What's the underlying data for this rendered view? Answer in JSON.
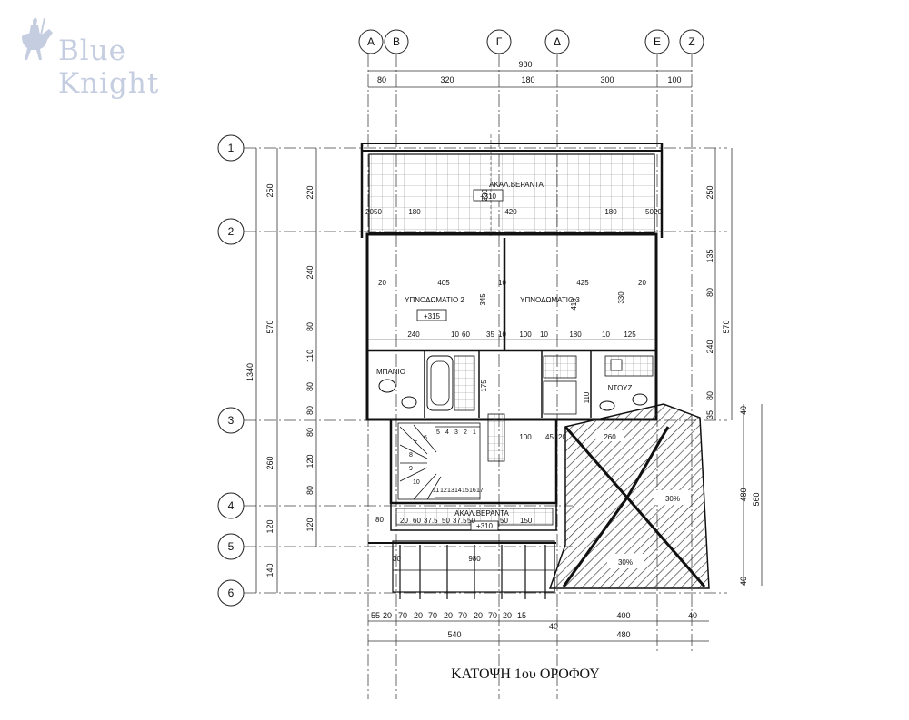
{
  "watermark": {
    "brand": "Blue Knight",
    "icon": "knight-on-horse-icon"
  },
  "title": "ΚΑΤΟΨΗ 1ου ΟΡΟΦΟΥ",
  "grid_cols": [
    "Α",
    "Β",
    "Γ",
    "Δ",
    "Ε",
    "Ζ"
  ],
  "grid_rows": [
    "1",
    "2",
    "3",
    "4",
    "5",
    "6"
  ],
  "dims": {
    "overall_top": "980",
    "top_segments": [
      "80",
      "320",
      "180",
      "300",
      "100"
    ],
    "left_outer": "1340",
    "left_mid": [
      "250",
      "570",
      "260",
      "120",
      "140"
    ],
    "left_inner": [
      "220",
      "240",
      "80",
      "110",
      "80",
      "80",
      "80",
      "120",
      "80",
      "120"
    ],
    "right_outer": [
      "250",
      "135",
      "80",
      "240",
      "80",
      "35"
    ],
    "right_570": "570",
    "right_small": [
      "40",
      "480",
      "40",
      "560"
    ],
    "bottom_segments": [
      "55",
      "20",
      "70",
      "20",
      "70",
      "20",
      "70",
      "20",
      "70",
      "20",
      "15",
      "400",
      "40"
    ],
    "bottom_totals": [
      "540",
      "480"
    ],
    "bottom_40": "40"
  },
  "rooms": {
    "veranda_top": {
      "label": "ΑΚΑΛ.ΒΕΡΑΝΤΑ",
      "level": "+310"
    },
    "bedroom2": {
      "label": "ΥΠΝΟΔΩΜΑΤΙΟ 2",
      "level": "+315"
    },
    "bedroom3": {
      "label": "ΥΠΝΟΔΩΜΑΤΙΟ 3"
    },
    "bathroom": {
      "label": "ΜΠΑΝΙΟ"
    },
    "shower": {
      "label": "ΝΤΟΥΖ"
    },
    "veranda_bottom": {
      "label": "ΑΚΑΛ.ΒΕΡΑΝΤΑ",
      "level": "+310"
    }
  },
  "roof": {
    "slope_a": "30%",
    "slope_b": "30%",
    "dim": "260"
  },
  "interior_dims": {
    "veranda": [
      "20",
      "50",
      "180",
      "420",
      "180",
      "50",
      "20",
      "230"
    ],
    "bedrooms": [
      "20",
      "405",
      "10",
      "425",
      "20",
      "345",
      "410",
      "330"
    ],
    "mid_row": [
      "240",
      "10",
      "60",
      "35",
      "10",
      "100",
      "10",
      "180",
      "10",
      "125"
    ],
    "misc": [
      "175",
      "110",
      "100",
      "45",
      "20",
      "20",
      "980",
      "30",
      "80",
      "60",
      "37.5",
      "50",
      "37.5",
      "50",
      "50",
      "150",
      "20"
    ]
  },
  "stairs": [
    "1",
    "2",
    "3",
    "4",
    "5",
    "6",
    "7",
    "8",
    "9",
    "10",
    "11",
    "12",
    "13",
    "14",
    "15",
    "16",
    "17"
  ]
}
